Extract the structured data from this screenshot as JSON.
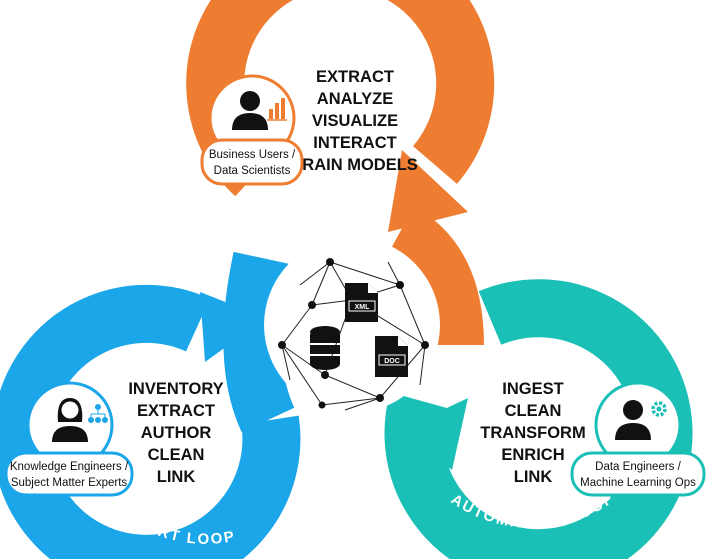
{
  "colors": {
    "user": "#EE7D31",
    "expert": "#1AA6E8",
    "automation": "#1ABFB5",
    "dark": "#111111"
  },
  "user_loop": {
    "title": "USER LOOP",
    "steps": [
      "EXTRACT",
      "ANALYZE",
      "VISUALIZE",
      "INTERACT",
      "TRAIN MODELS"
    ],
    "role_lines": [
      "Business Users /",
      "Data Scientists"
    ],
    "icon": "person-with-bar-chart-icon"
  },
  "expert_loop": {
    "title": "EXPERT LOOP",
    "steps": [
      "INVENTORY",
      "EXTRACT",
      "AUTHOR",
      "CLEAN",
      "LINK"
    ],
    "role_lines": [
      "Knowledge Engineers /",
      "Subject Matter Experts"
    ],
    "icon": "person-with-hierarchy-icon"
  },
  "automation_loop": {
    "title": "AUTOMATION LOOP",
    "steps": [
      "INGEST",
      "CLEAN",
      "TRANSFORM",
      "ENRICH",
      "LINK"
    ],
    "role_lines": [
      "Data Engineers /",
      "Machine Learning Ops"
    ],
    "icon": "person-with-gear-icon"
  },
  "center": {
    "doc_xml": "XML",
    "doc_doc": "DOC",
    "icons": [
      "knowledge-graph-network-icon",
      "database-icon",
      "xml-document-icon",
      "doc-document-icon"
    ]
  }
}
